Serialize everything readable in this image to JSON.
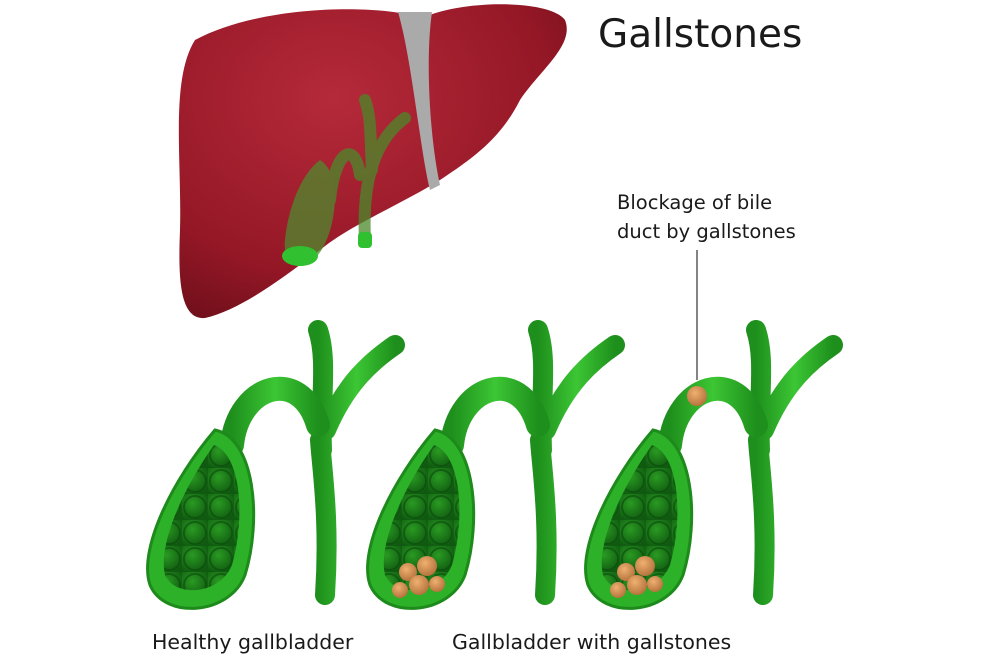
{
  "title": "Gallstones",
  "annotation": {
    "line1": "Blockage of bile",
    "line2": "duct by gallstones"
  },
  "labels": {
    "healthy": "Healthy gallbladder",
    "with_stones": "Gallbladder with gallstones"
  },
  "colors": {
    "liver": "#9c1c2b",
    "ligament": "#a8a8a8",
    "gallbladder": "#2fb32a",
    "stone": "#d8955a"
  }
}
